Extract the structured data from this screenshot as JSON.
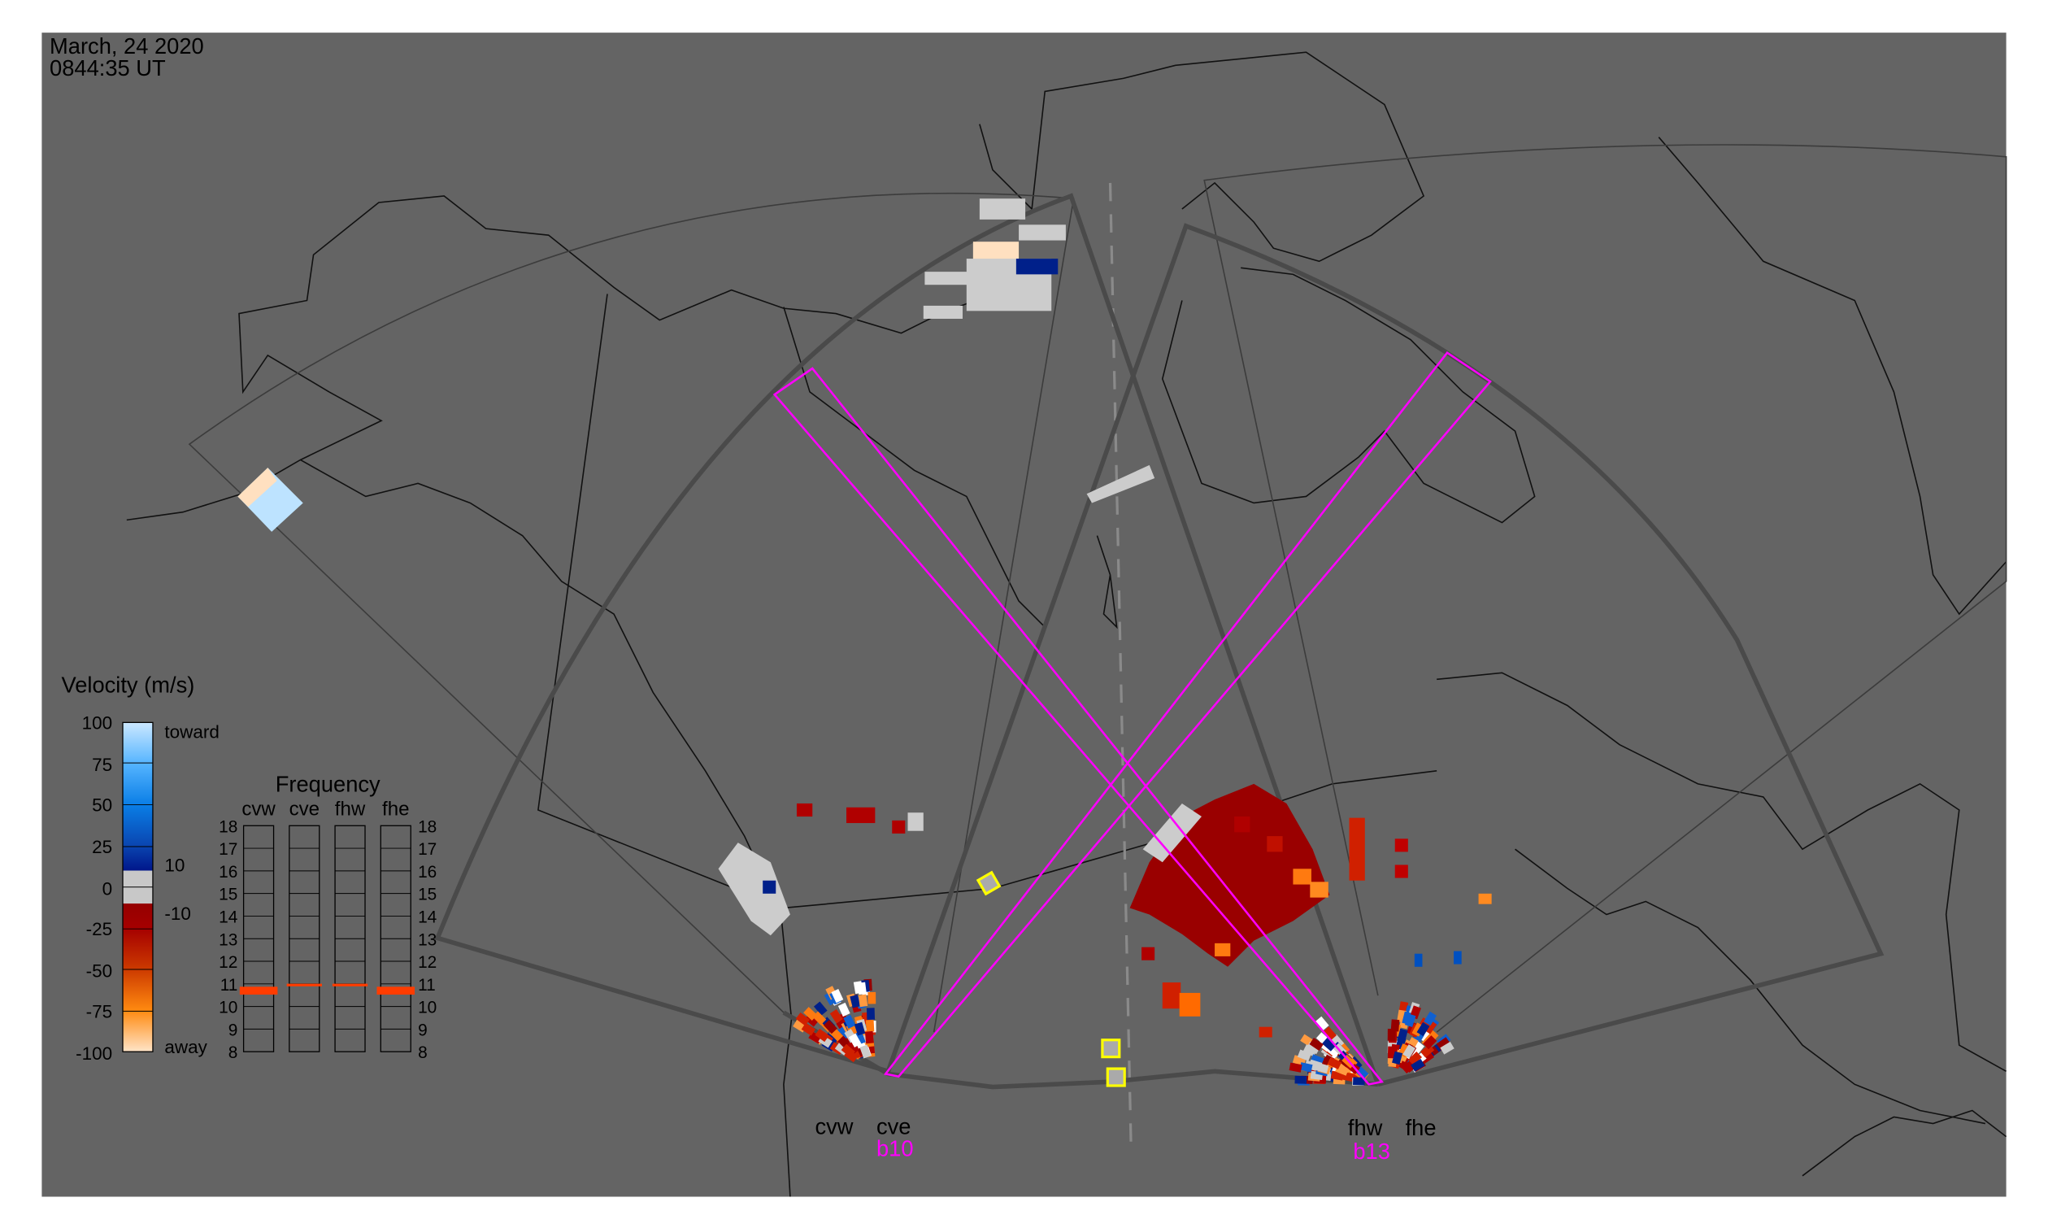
{
  "header": {
    "date": "March, 24 2020",
    "time": "0844:35 UT"
  },
  "colors": {
    "background": "#646464",
    "beam": "#ff00ff",
    "fov_thick": "#4a4a4a",
    "highlight_box": "#ffff00"
  },
  "velocity_legend": {
    "title": "Velocity (m/s)",
    "ticks": [
      "100",
      "75",
      "50",
      "25",
      "0",
      "-25",
      "-50",
      "-75",
      "-100"
    ],
    "toward_label": "toward",
    "away_label": "away",
    "gs_upper": "10",
    "gs_lower": "-10"
  },
  "frequency_panel": {
    "title": "Frequency",
    "columns": [
      "cvw",
      "cve",
      "fhw",
      "fhe"
    ],
    "rows": [
      "18",
      "17",
      "16",
      "15",
      "14",
      "13",
      "12",
      "11",
      "10",
      "9",
      "8"
    ],
    "markers_mhz": {
      "cvw": 10.7,
      "cve": 10.95,
      "fhw": 10.95,
      "fhe": 10.7
    }
  },
  "radars": {
    "west_pair": [
      "cvw",
      "cve"
    ],
    "east_pair": [
      "fhw",
      "fhe"
    ],
    "beam_west": "b10",
    "beam_east": "b13"
  }
}
